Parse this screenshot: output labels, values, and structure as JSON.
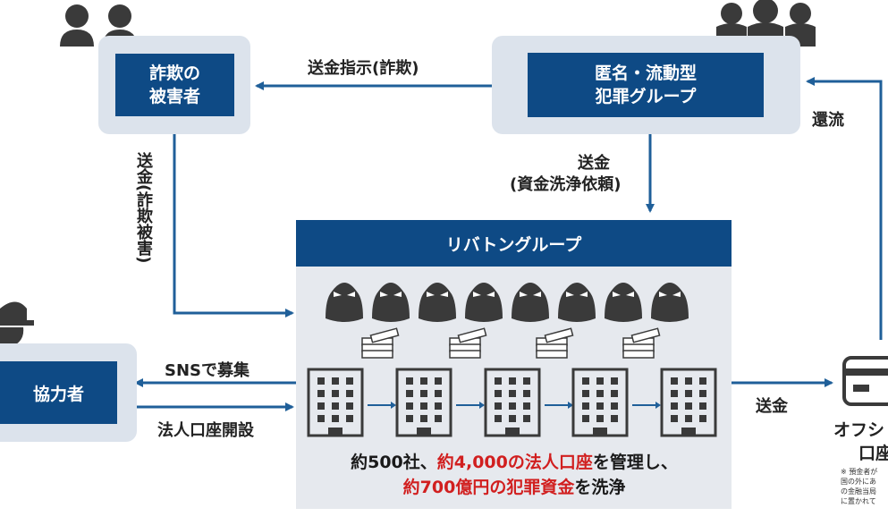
{
  "victim": {
    "line1": "詐欺の",
    "line2": "被害者"
  },
  "crime_group": {
    "line1": "匿名・流動型",
    "line2": "犯罪グループ"
  },
  "instruction_label": "送金指示(詐欺)",
  "return_label": "還流",
  "remit_request": {
    "line1": "送金",
    "line2": "(資金洗浄依頼)"
  },
  "victim_remit_label": "送金(詐欺被害)",
  "rivaton": {
    "title": "リバトングループ"
  },
  "collaborator": {
    "label": "協力者"
  },
  "sns_label": "SNSで募集",
  "corp_account_label": "法人口座開設",
  "send_label": "送金",
  "offshore": {
    "label_line1": "オフシ",
    "label_line2": "口座"
  },
  "summary": {
    "line1_a": "約500社、",
    "line1_b": "約4,000の法人口座",
    "line1_c": "を管理し、",
    "line2_a": "約700億円の犯罪資金",
    "line2_b": "を洗浄"
  },
  "footnote": [
    "※ 預金者が",
    "国の外にあ",
    "の金融当局",
    "に置かれて"
  ],
  "colors": {
    "navy": "#0e4a85",
    "arrow": "#1f5f99",
    "red": "#d11f1f",
    "panel": "#dce3ec",
    "icon": "#3a3a3a"
  },
  "icons": [
    "person-icon",
    "masked-person-icon",
    "money-stack-icon",
    "building-icon",
    "card-icon"
  ]
}
